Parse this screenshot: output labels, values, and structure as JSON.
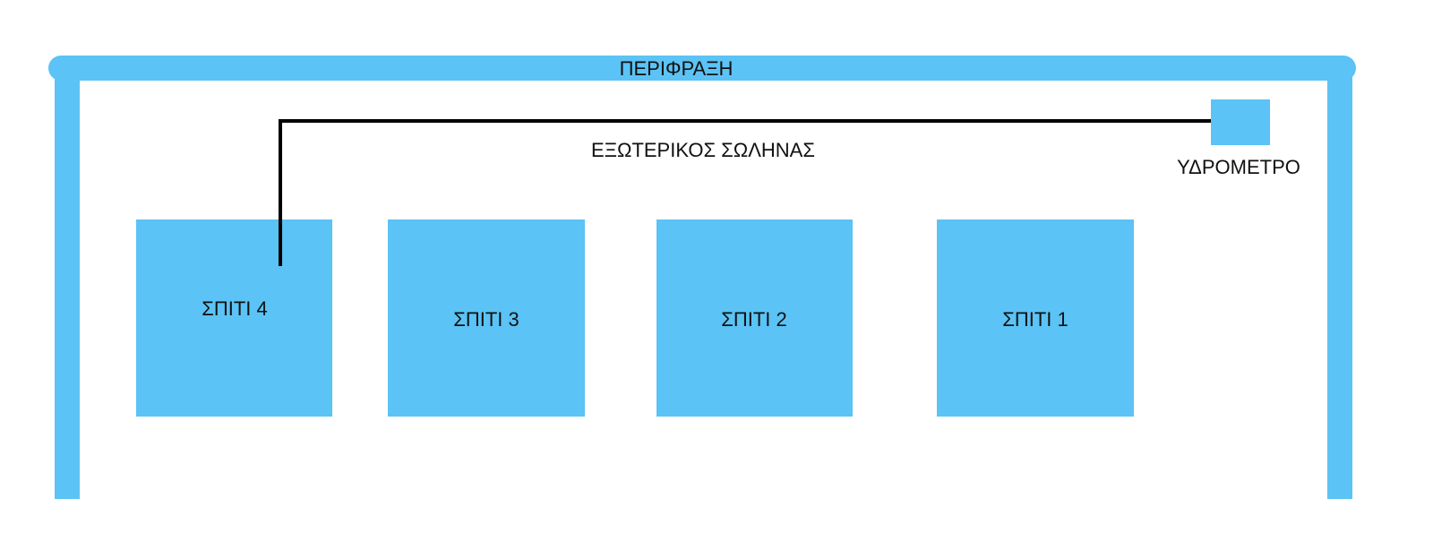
{
  "fence": {
    "label": "ΠΕΡΙΦΡΑΞΗ"
  },
  "pipe": {
    "label": "ΕΞΩΤΕΡΙΚΟΣ ΣΩΛΗΝΑΣ"
  },
  "meter": {
    "label": "ΥΔΡΟΜΕΤΡΟ"
  },
  "houses": [
    {
      "label": "ΣΠΙΤΙ 4"
    },
    {
      "label": "ΣΠΙΤΙ 3"
    },
    {
      "label": "ΣΠΙΤΙ 2"
    },
    {
      "label": "ΣΠΙΤΙ 1"
    }
  ],
  "colors": {
    "fill": "#5bc3f5",
    "pipe": "#000000"
  }
}
